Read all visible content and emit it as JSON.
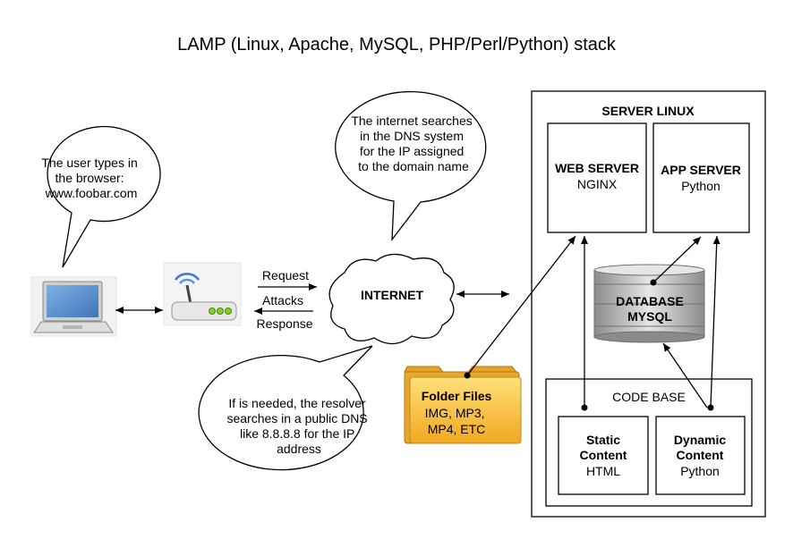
{
  "title": "LAMP (Linux, Apache, MySQL, PHP/Perl/Python) stack",
  "bubbles": {
    "user": [
      "The user types in",
      "the browser:",
      "www.foobar.com"
    ],
    "dns": [
      "The internet searches",
      "in the DNS system",
      "for the IP assigned",
      "to the domain name"
    ],
    "resolver": [
      "If is needed, the resolver",
      "searches in a public DNS",
      "like 8.8.8.8 for the IP",
      "address"
    ]
  },
  "arrow_labels": {
    "request": "Request",
    "attacks": "Attacks",
    "response": "Response"
  },
  "internet_label": "INTERNET",
  "folder": {
    "title": "Folder Files",
    "lines": [
      "IMG, MP3,",
      "MP4, ETC"
    ]
  },
  "server": {
    "title": "SERVER LINUX",
    "web_server": {
      "title": "WEB SERVER",
      "subtitle": "NGINX"
    },
    "app_server": {
      "title": "APP SERVER",
      "subtitle": "Python"
    },
    "database": {
      "title": "DATABASE",
      "subtitle": "MYSQL"
    },
    "code_base": {
      "title": "CODE BASE",
      "static": {
        "line1": "Static",
        "line2": "Content",
        "sub": "HTML"
      },
      "dynamic": {
        "line1": "Dynamic",
        "line2": "Content",
        "sub": "Python"
      }
    }
  },
  "colors": {
    "laptop_screen": "#4f86c6",
    "router_led": "#7ed321",
    "router_wave": "#3a7bd5",
    "folder_fill": "#f5b731",
    "database_fill": "#c8c8c8"
  }
}
